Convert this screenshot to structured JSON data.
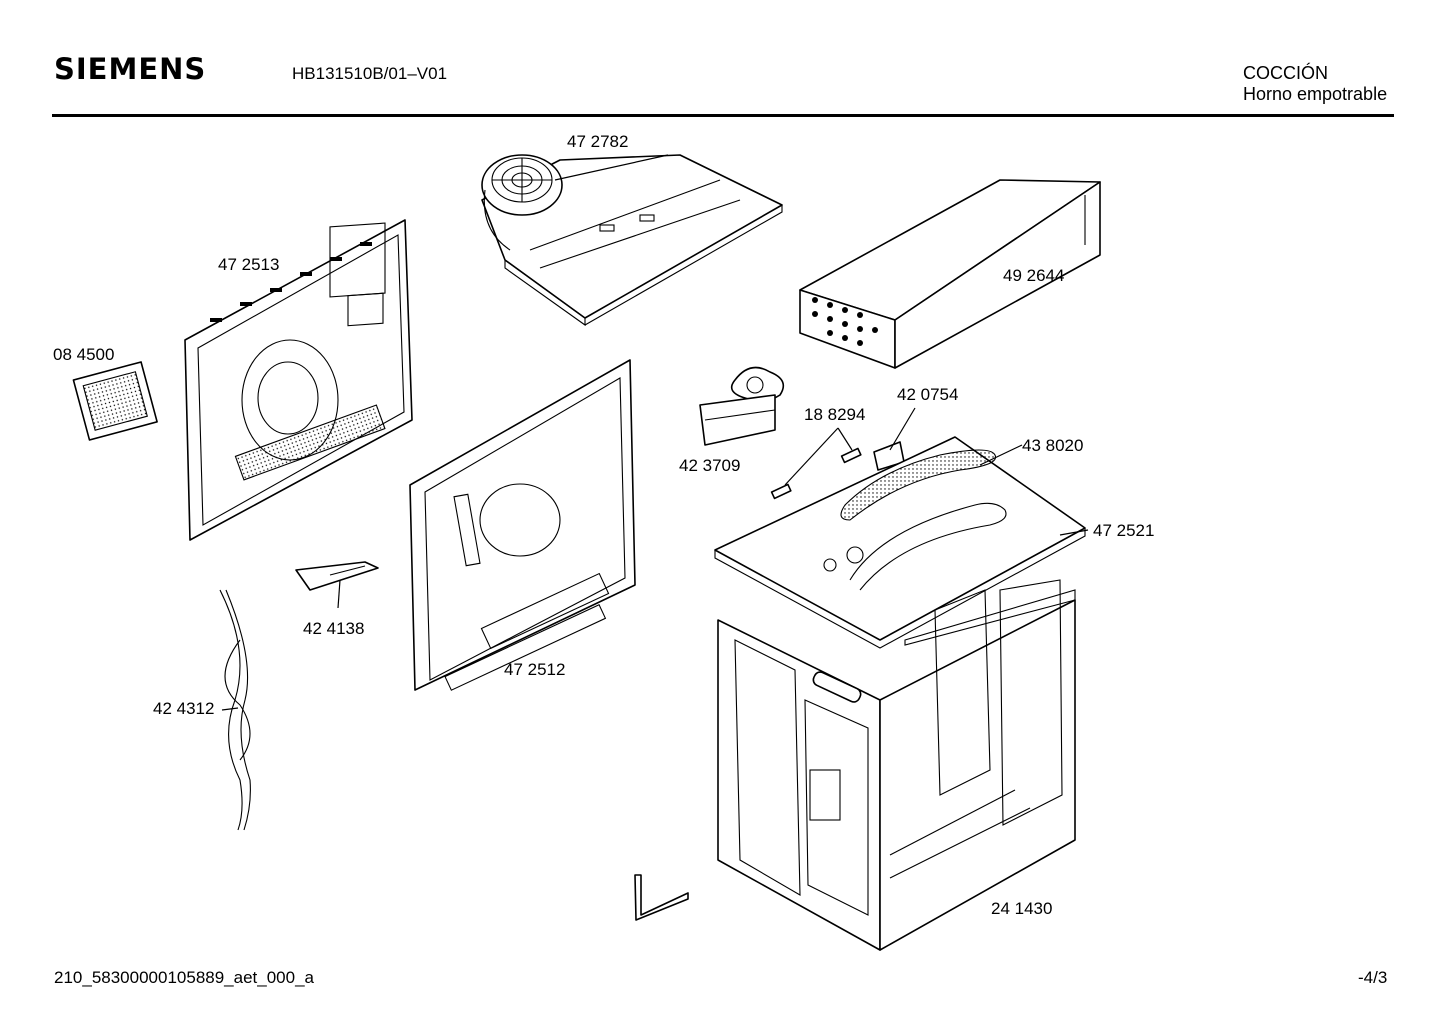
{
  "header": {
    "brand": "SIEMENS",
    "model": "HB131510B/01–V01",
    "category": "COCCIÓN",
    "subcategory": "Horno empotrable"
  },
  "footer": {
    "document_id": "210_58300000105889_aet_000_a",
    "page": "-4/3"
  },
  "parts": [
    {
      "id": "472782",
      "label": "47 2782"
    },
    {
      "id": "472513",
      "label": "47 2513"
    },
    {
      "id": "492644",
      "label": "49 2644"
    },
    {
      "id": "084500",
      "label": "08 4500"
    },
    {
      "id": "420754",
      "label": "42 0754"
    },
    {
      "id": "188294",
      "label": "18 8294"
    },
    {
      "id": "438020",
      "label": "43 8020"
    },
    {
      "id": "423709",
      "label": "42 3709"
    },
    {
      "id": "472521",
      "label": "47 2521"
    },
    {
      "id": "424138",
      "label": "42 4138"
    },
    {
      "id": "472512",
      "label": "47 2512"
    },
    {
      "id": "424312",
      "label": "42 4312"
    },
    {
      "id": "241430",
      "label": "24 1430"
    }
  ]
}
